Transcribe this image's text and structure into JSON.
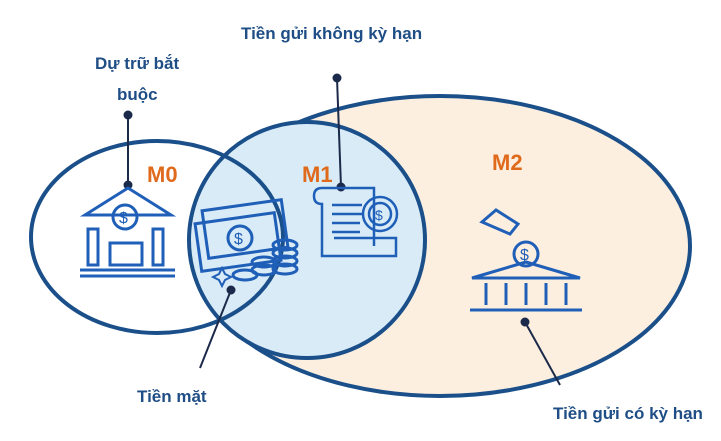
{
  "sets": {
    "m0": "M0",
    "m1": "M1",
    "m2": "M2"
  },
  "labels": {
    "required_reserves_line1": "Dự trữ bắt",
    "required_reserves_line2": "buộc",
    "demand_deposits": "Tiền gửi không kỳ hạn",
    "cash": "Tiền mặt",
    "time_deposits": "Tiền gửi có kỳ hạn"
  },
  "colors": {
    "stroke": "#1a4f8a",
    "m1_fill": "#d8ebf7",
    "m2_fill": "#fcefe0",
    "set_label": "#e06a1b"
  },
  "icons": {
    "m0": "bank-dollar-icon",
    "cash": "cash-coins-icon",
    "m1": "document-coin-icon",
    "m2": "deposit-bank-icon"
  }
}
